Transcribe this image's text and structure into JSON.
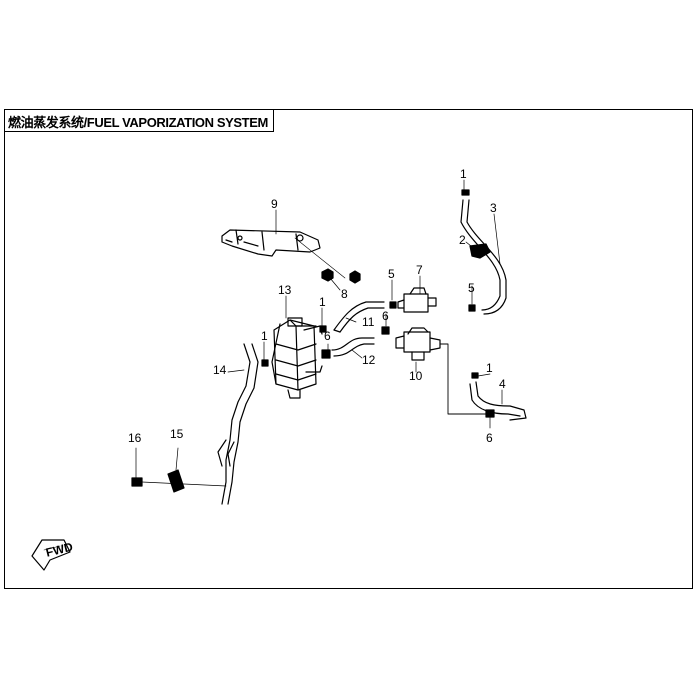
{
  "title": "燃油蒸发系统/FUEL VAPORIZATION SYSTEM",
  "fwd_label": "FWD",
  "callouts": [
    "1",
    "1",
    "1",
    "1",
    "2",
    "3",
    "4",
    "5",
    "5",
    "6",
    "6",
    "6",
    "7",
    "8",
    "9",
    "10",
    "11",
    "12",
    "13",
    "14",
    "15",
    "16"
  ]
}
